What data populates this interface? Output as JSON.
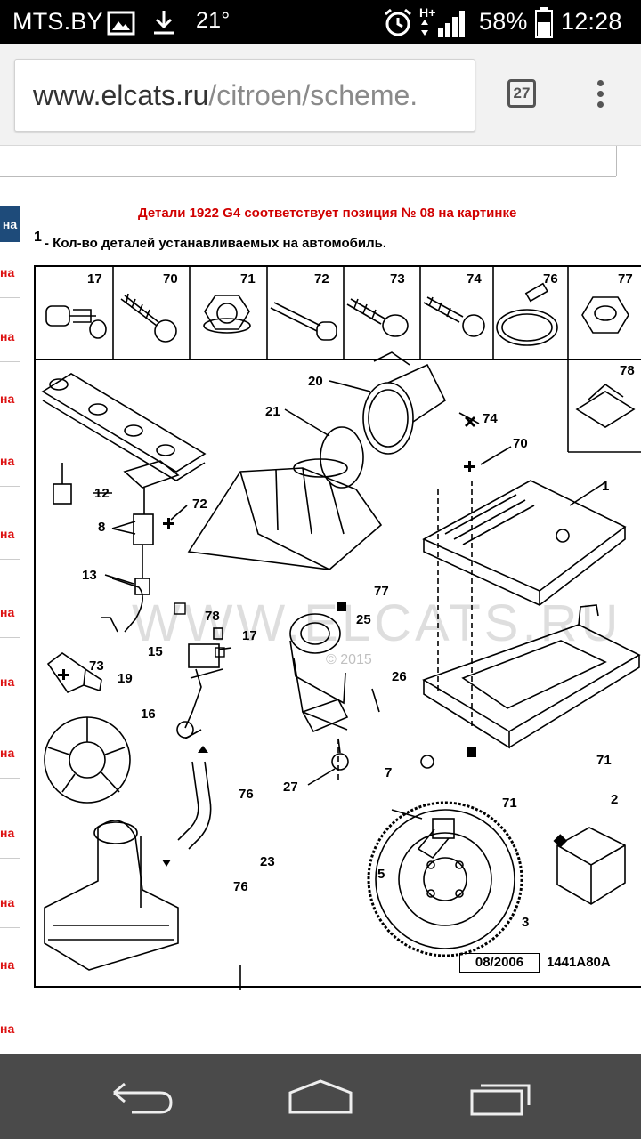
{
  "status_bar": {
    "carrier": "MTS.BY",
    "temperature": "21°",
    "network": "H+",
    "battery": "58%",
    "time": "12:28"
  },
  "browser": {
    "url_host": "www.elcats.ru",
    "url_path": "/citroen/scheme.",
    "tab_count": "27"
  },
  "page": {
    "side_tab_label": "на",
    "side_labels": [
      "на",
      "на",
      "на",
      "на",
      "на",
      "на",
      "на",
      "на",
      "на",
      "на",
      "на",
      "на",
      "на"
    ],
    "heading": "Детали 1922 G4 соответствует позиция № 08 на картинке",
    "note_number": "1",
    "note_text": "- Кол-во деталей устанавливаемых на автомобиль."
  },
  "diagram": {
    "header_numbers": [
      "17",
      "70",
      "71",
      "72",
      "73",
      "74",
      "76",
      "77"
    ],
    "extra_box_number": "78",
    "callouts": [
      "20",
      "21",
      "74",
      "70",
      "12",
      "72",
      "1",
      "8",
      "13",
      "77",
      "78",
      "25",
      "17",
      "15",
      "73",
      "19",
      "26",
      "16",
      "7",
      "2",
      "27",
      "71",
      "5",
      "76",
      "23",
      "76",
      "71",
      "3"
    ],
    "watermark": "WWW.ELCATS.RU",
    "watermark_year": "© 2015",
    "date_stamp": "08/2006",
    "reference": "1441A80A"
  },
  "icons": {
    "status_left": [
      "image-icon",
      "download-icon"
    ],
    "status_right": [
      "alarm-icon",
      "signal-icon",
      "battery-icon"
    ],
    "nav": [
      "back-icon",
      "home-icon",
      "recent-apps-icon"
    ]
  }
}
